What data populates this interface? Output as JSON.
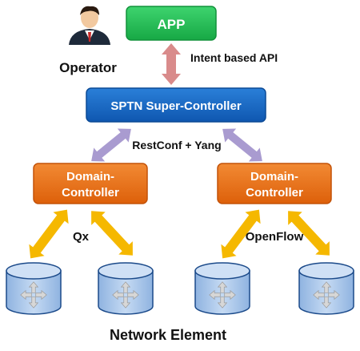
{
  "nodes": {
    "app": "APP",
    "super_controller": "SPTN Super-Controller",
    "domain_left": [
      "Domain-",
      "Controller"
    ],
    "domain_right": [
      "Domain-",
      "Controller"
    ]
  },
  "labels": {
    "operator": "Operator",
    "intent_api": "Intent based API",
    "restconf": "RestConf + Yang",
    "qx": "Qx",
    "openflow": "OpenFlow",
    "network_element": "Network Element"
  },
  "colors": {
    "app_green": "#1db954",
    "super_blue": "#1565c0",
    "domain_orange": "#e66a10",
    "intent_arrow": "#d98b8b",
    "restconf_arrow": "#a99bd0",
    "southbound_arrow": "#f5b800",
    "element_blue": "#a9c6ea"
  },
  "icons": {
    "operator": "operator-avatar-icon",
    "network_element": "router-cross-arrows-icon"
  }
}
